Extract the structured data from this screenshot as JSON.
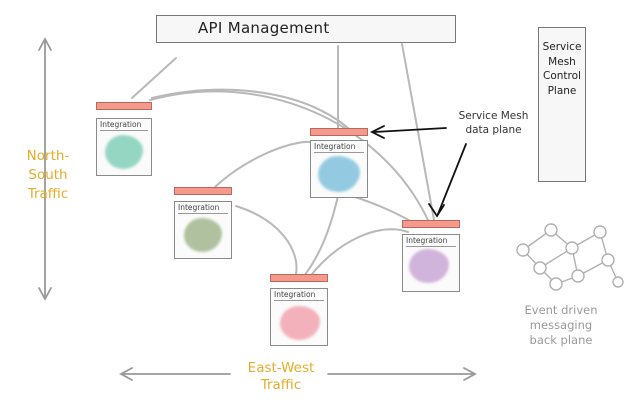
{
  "diagram": {
    "api_management": "API Management",
    "control_plane": [
      "Service",
      "Mesh",
      "Control",
      "Plane"
    ],
    "north_south": [
      "North-South",
      "Traffic"
    ],
    "east_west": [
      "East-West",
      "Traffic"
    ],
    "data_plane": [
      "Service Mesh",
      "data plane"
    ],
    "event_plane": [
      "Event driven",
      "messaging",
      "back plane"
    ],
    "integration_label": "Integration",
    "colors": {
      "traffic_label": "#e3ac2a",
      "sidecar": "#f59a8a",
      "integration_1": "#7fcfb6",
      "integration_2": "#7ec0dc",
      "integration_3": "#9fb58c",
      "integration_4": "#c8a5d6",
      "integration_5": "#f2a1ad",
      "lines": "#b5b5b5"
    }
  }
}
